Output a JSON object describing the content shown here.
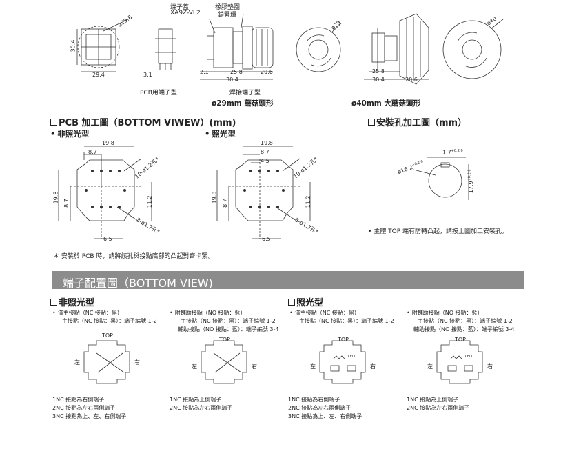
{
  "top": {
    "cap_label": "端子蓋",
    "cap_model": "XA9Z-VL2",
    "gasket_label": "橡膠墊圈",
    "ring_label": "鎖緊環",
    "dims": {
      "d29_8": "ø29.8",
      "h30_4": "30.4",
      "w29_4": "29.4",
      "w3_1": "3.1",
      "w2_1": "2.1",
      "w25_8a": "25.8",
      "w20_6a": "20.6",
      "w30_4a": "30.4",
      "d29": "ø29",
      "d40": "ø40",
      "w25_8b": "25.8",
      "w30_4b": "30.4",
      "w20_6b": "20.6"
    },
    "caption_pcb": "PCB用端子型",
    "caption_solder": "焊接端子型",
    "caption_29": "ø29mm 蘑菇頭形",
    "caption_40": "ø40mm 大蘑菇頭形"
  },
  "pcb": {
    "title": "PCB 加工圖（BOTTOM VIWEW）(mm)",
    "nonlit_label": "非照光型",
    "lit_label": "照光型",
    "nonlit": {
      "w19_8": "19.8",
      "w8_7": "8.7",
      "holes_a": "10-ø1.2孔*",
      "h19_8": "19.8",
      "h8_7": "8.7",
      "h11_2": "11.2",
      "holes_b": "3-ø1.7孔*",
      "w6_5": "6.5"
    },
    "lit": {
      "w19_8": "19.8",
      "w8_7": "8.7",
      "w4_5": "4.5",
      "holes_a": "10-ø1.2孔*",
      "h19_8": "19.8",
      "h8_7": "8.7",
      "h11_2": "11.2",
      "holes_b": "3-ø1.7孔*",
      "w6_5": "6.5"
    },
    "footnote": "＊ 安裝於 PCB 時，請將該孔與接點底部的凸起對齊卡緊。"
  },
  "mount": {
    "title": "安裝孔加工圖（mm）",
    "dim_17": "1.7",
    "dim_17_tol": "+0.2 0",
    "dim_16_2": "ø16.2",
    "dim_16_2_tol": "+0.2 0",
    "dim_17_9": "17.9",
    "dim_17_9_tol": "+0.2 0",
    "note": "主體 TOP 端有防轉凸起，請按上圖加工安裝孔。"
  },
  "terminal": {
    "banner": "端子配置圖（BOTTOM VIEW)",
    "nonlit_label": "非照光型",
    "lit_label": "照光型",
    "top_word": "TOP",
    "left_word": "左",
    "right_word": "右",
    "led_word": "LED",
    "cols": [
      {
        "desc1": "僅主接點（NC 接點：黑）",
        "desc2": "主接點（NC 接點：黑）：端子編號 1-2",
        "desc3": "",
        "notes": [
          "1NC 接點為右側端子",
          "2NC 接點為左右兩側端子",
          "3NC 接點為上、左、右側端子"
        ]
      },
      {
        "desc1": "附輔助接點（NO 接點：藍）",
        "desc2": "主接點（NC 接點：黑）：端子編號 1-2",
        "desc3": "輔助接點（NO 接點：藍）：端子編號 3-4",
        "notes": [
          "1NC 接點為上側端子",
          "2NC 接點為左右兩側端子"
        ]
      },
      {
        "desc1": "僅主接點（NC 接點：黑）",
        "desc2": "主接點（NC 接點：黑）：端子編號 1-2",
        "desc3": "",
        "notes": [
          "1NC 接點為右側端子",
          "2NC 接點為左右兩側端子",
          "3NC 接點為上、左、右側端子"
        ]
      },
      {
        "desc1": "附輔助接點（NO 接點：藍）",
        "desc2": "主接點（NC 接點：黑）：端子編號 1-2",
        "desc3": "輔助接點（NO 接點：藍）：端子編號 3-4",
        "notes": [
          "1NC 接點為上側端子",
          "2NC 接點為左右兩側端子"
        ]
      }
    ]
  }
}
